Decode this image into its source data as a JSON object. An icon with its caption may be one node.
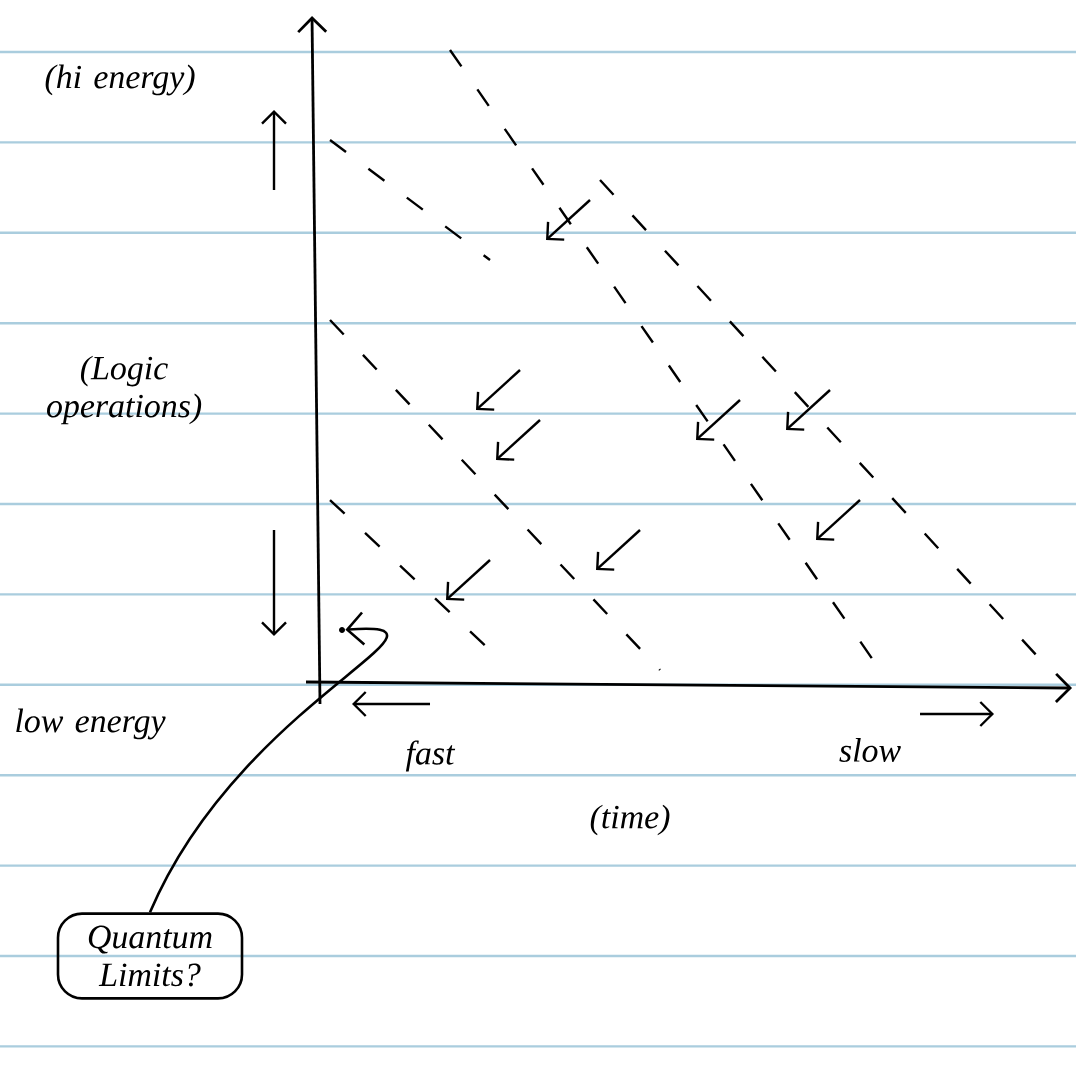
{
  "diagram": {
    "nodes": [
      {
        "text": [
          "Quantum Limits?"
        ]
      },
      {
        "text": [],
        "shape": "point"
      }
    ],
    "edges": [
      {
        "from": 0,
        "to": 1,
        "arrow": "to"
      }
    ],
    "labels": [
      "(hi energy)",
      "(Logic operations)",
      "low energy",
      "fast",
      "(time)",
      "slow"
    ]
  }
}
